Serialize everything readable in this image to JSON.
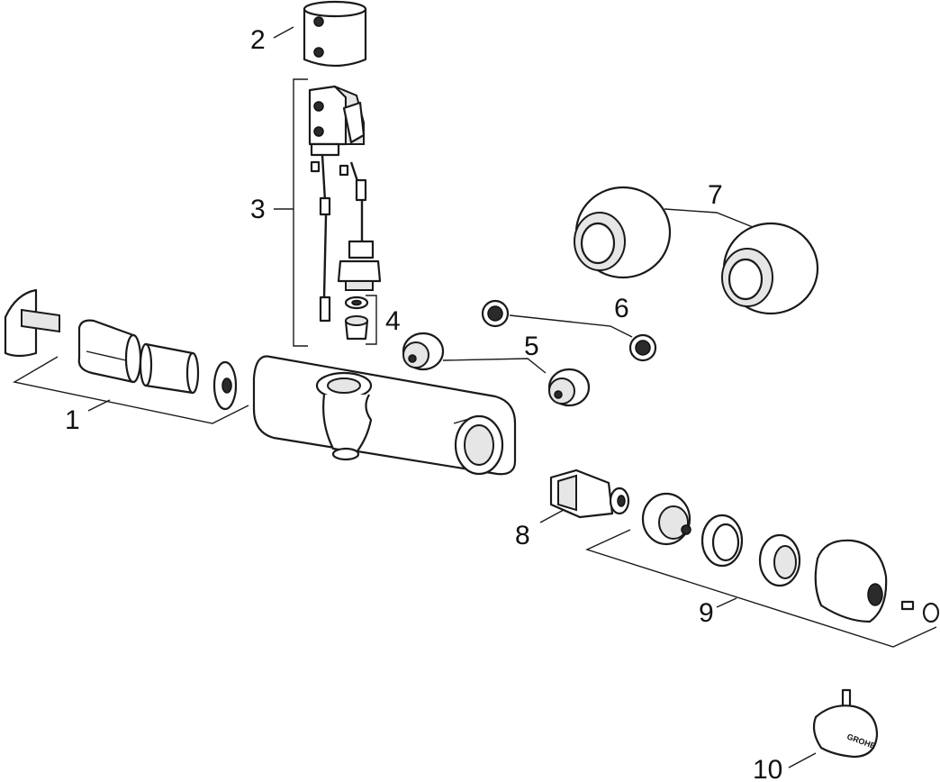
{
  "diagram": {
    "type": "exploded-parts-view",
    "callouts": [
      {
        "id": "1",
        "label": "1"
      },
      {
        "id": "2",
        "label": "2"
      },
      {
        "id": "3",
        "label": "3"
      },
      {
        "id": "4",
        "label": "4"
      },
      {
        "id": "5",
        "label": "5"
      },
      {
        "id": "6",
        "label": "6"
      },
      {
        "id": "7",
        "label": "7"
      },
      {
        "id": "8",
        "label": "8"
      },
      {
        "id": "9",
        "label": "9"
      },
      {
        "id": "10",
        "label": "10"
      }
    ],
    "tool_logo_text": "GROHE"
  }
}
